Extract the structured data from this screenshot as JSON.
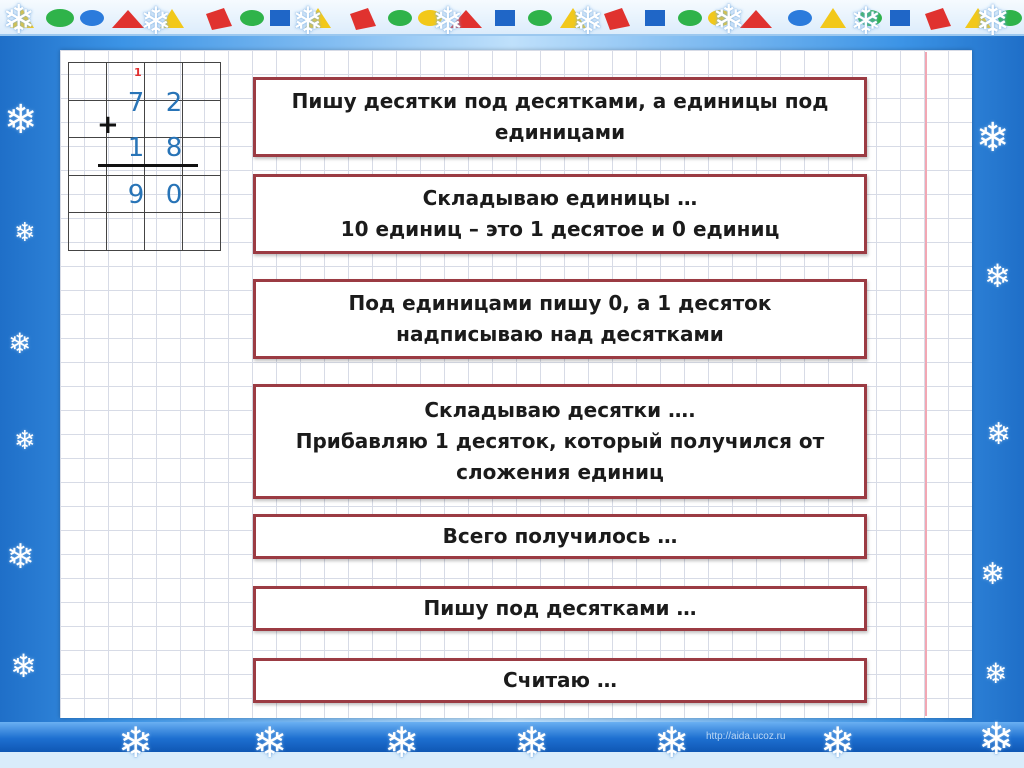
{
  "grid": {
    "carry": "1",
    "top_number": [
      "7",
      "2"
    ],
    "bottom_number": [
      "1",
      "8"
    ],
    "result": [
      "9",
      "0"
    ],
    "operator": "+"
  },
  "steps": [
    {
      "lines": [
        "Пишу десятки под десятками, а единицы под",
        "единицами"
      ]
    },
    {
      "lines": [
        "Складываю единицы …",
        "10 единиц – это 1 десятое и 0 единиц"
      ]
    },
    {
      "lines": [
        "Под единицами пишу 0, а 1 десяток",
        "надписываю над десятками"
      ]
    },
    {
      "lines": [
        "Складываю десятки ….",
        "Прибавляю  1 десяток, который получился от",
        "сложения единиц"
      ]
    },
    {
      "lines": [
        "Всего получилось …"
      ]
    },
    {
      "lines": [
        "Пишу под десятками …"
      ]
    },
    {
      "lines": [
        "Считаю …"
      ]
    }
  ],
  "footer": {
    "watermark": "http://aida.ucoz.ru"
  },
  "colors": {
    "digits": "#2874b7",
    "carry": "#e23030",
    "box_border": "#9b3b43",
    "bar_blue": "#1d6fd0"
  }
}
